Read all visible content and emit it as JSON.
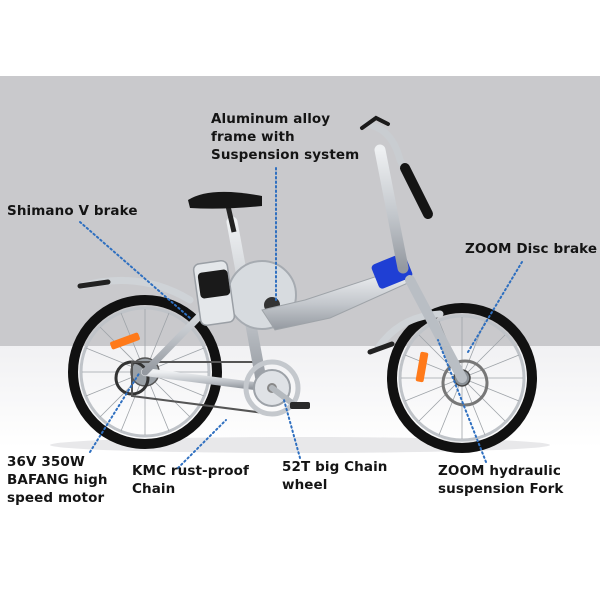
{
  "callouts": {
    "frame": "Aluminum alloy\nframe with\nSuspension system",
    "v_brake": "Shimano V brake",
    "disc_brake": "ZOOM Disc brake",
    "motor": "36V 350W\nBAFANG high\nspeed motor",
    "chain": "KMC rust-proof\nChain",
    "chainwheel": "52T big Chain\nwheel",
    "fork": "ZOOM hydraulic\nsuspension Fork"
  },
  "colors": {
    "backdrop": "#c9c9cc",
    "frame": "#c7cbd0",
    "accent": "#1f3fd4",
    "leader": "#2e6fc0",
    "text": "#141414"
  }
}
